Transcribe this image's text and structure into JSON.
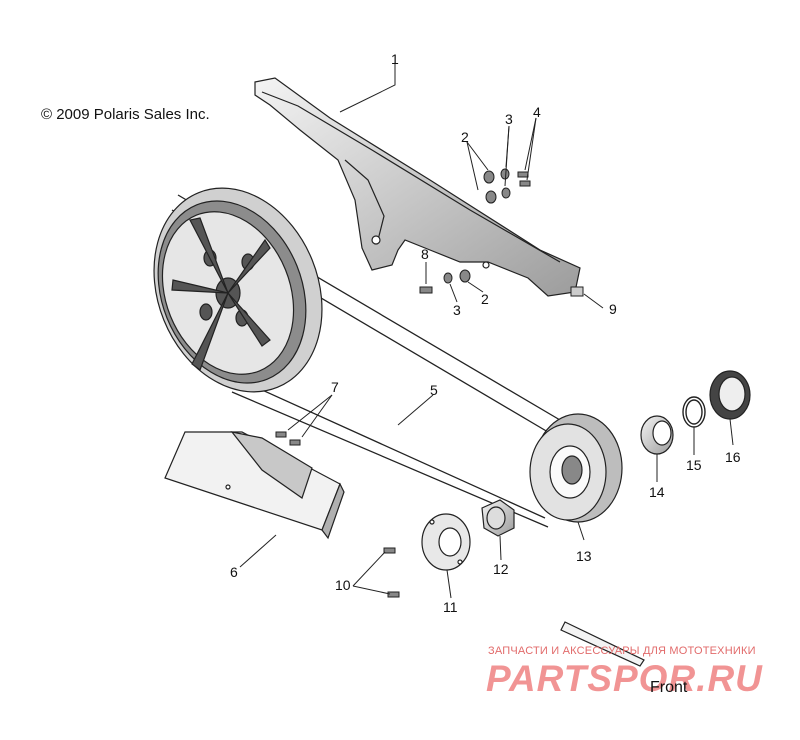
{
  "copyright": "© 2009 Polaris Sales Inc.",
  "callouts": [
    "1",
    "2",
    "3",
    "4",
    "2",
    "3",
    "8",
    "9",
    "7",
    "5",
    "6",
    "10",
    "11",
    "12",
    "13",
    "14",
    "15",
    "16"
  ],
  "front_label": "Front",
  "watermark": {
    "tagline": "ЗАПЧАСТИ И АКСЕССУАРЫ ДЛЯ МОТОТЕХНИКИ",
    "brand": "PARTSPOR.RU"
  },
  "colors": {
    "line": "#222222",
    "part_fill": "#eeeeee",
    "part_shade": "#b5b5b5",
    "watermark": "#e63c3c"
  }
}
